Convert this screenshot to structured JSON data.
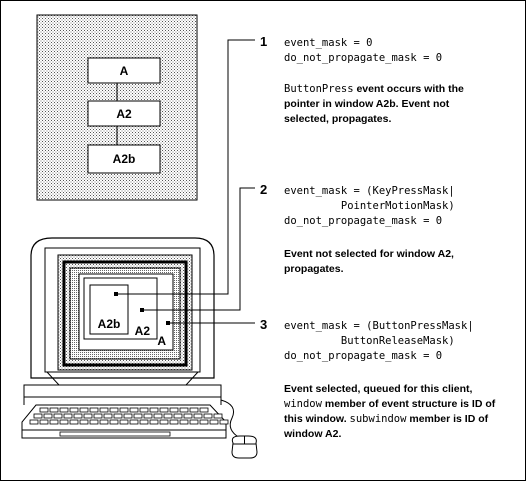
{
  "hierarchy": {
    "windows": [
      "A",
      "A2",
      "A2b"
    ]
  },
  "screen_labels": {
    "a2b": "A2b",
    "a2": "A2",
    "a": "A"
  },
  "steps": [
    {
      "number": "1",
      "code_lines": [
        "event_mask = 0",
        "do_not_propagate_mask = 0"
      ],
      "desc_lines": [
        {
          "mono": "ButtonPress",
          "text": " event occurs with the"
        },
        {
          "mono": "",
          "text": "pointer in window A2b. Event not"
        },
        {
          "mono": "",
          "text": "selected, propagates."
        }
      ]
    },
    {
      "number": "2",
      "code_lines": [
        "event_mask = (KeyPressMask|",
        "         PointerMotionMask)",
        "do_not_propagate_mask = 0"
      ],
      "desc_lines": [
        {
          "mono": "",
          "text": "Event not selected for window A2,"
        },
        {
          "mono": "",
          "text": "propagates."
        }
      ]
    },
    {
      "number": "3",
      "code_lines": [
        "event_mask = (ButtonPressMask|",
        "         ButtonReleaseMask)",
        "do_not_propagate_mask = 0"
      ],
      "desc_lines": [
        {
          "mono": "",
          "text": "Event selected, queued for this client,"
        },
        {
          "mono": "window",
          "text": " member of event structure is ID of"
        },
        {
          "mono": "",
          "text": "this window. "
        },
        {
          "mono": "subwindow",
          "text": " member is ID of"
        },
        {
          "mono": "",
          "text": "window A2."
        }
      ]
    }
  ]
}
